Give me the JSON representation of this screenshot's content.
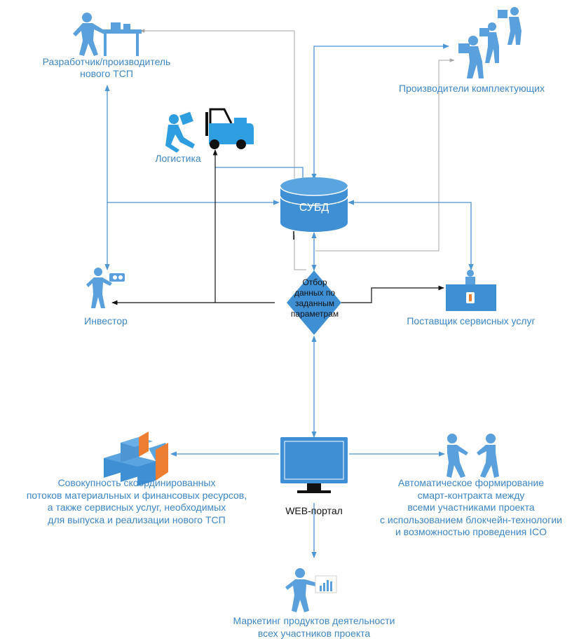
{
  "colors": {
    "accent": "#4e95d3",
    "icon": "#5aa0dc",
    "dark_line": "#111111",
    "grey_line": "#a6a6a6",
    "text": "#3d86c6",
    "db_fill": "#3f8fd4",
    "orange": "#ed7d31"
  },
  "nodes": {
    "developer": {
      "icon": "person-with-conveyor-icon",
      "lines": [
        "Разработчик/производитель",
        "нового ТСП"
      ]
    },
    "suppliers": {
      "icon": "people-carrying-boxes-icon",
      "lines": [
        "Производители комплектующих"
      ]
    },
    "logistics": {
      "icon": "forklift-icon",
      "lines": [
        "Логистика"
      ]
    },
    "dbms": {
      "icon": "database-icon",
      "label": "СУБД"
    },
    "investor": {
      "icon": "person-with-money-icon",
      "lines": [
        "Инвестор"
      ]
    },
    "filter": {
      "icon": "diamond-decision",
      "lines": [
        "Отбор",
        "данных по",
        "заданным",
        "параметрам"
      ]
    },
    "service_provider": {
      "icon": "service-desk-icon",
      "lines": [
        "Поставщик сервисных услуг"
      ]
    },
    "web_portal": {
      "icon": "monitor-icon",
      "label": "WEB-портал"
    },
    "flows": {
      "icon": "blocks-icon",
      "lines": [
        "Совокупность скоординированных",
        "потоков материальных и финансовых ресурсов,",
        "а также сервисных услуг, необходимых",
        "для выпуска и реализации нового ТСП"
      ]
    },
    "smart_contract": {
      "icon": "handshake-icon",
      "lines": [
        "Автоматическое формирование",
        "смарт-контракта между",
        "всеми участниками проекта",
        "с использованием блокчейн-технологии",
        "и возможностью проведения ICO"
      ]
    },
    "marketing": {
      "icon": "person-with-chart-icon",
      "lines": [
        "Маркетинг продуктов деятельности",
        "всех участников проекта"
      ]
    }
  }
}
